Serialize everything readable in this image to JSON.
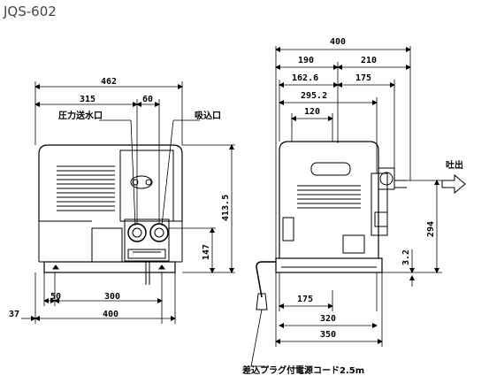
{
  "title": "JQS-602",
  "front_view": {
    "dims": {
      "overall_width": "462",
      "outlet_offset": "315",
      "port_spacing": "60",
      "height": "413.5",
      "port_height": "147",
      "foot_left": "50",
      "foot_spacing": "300",
      "foot_span": "400",
      "foot_overhang": "37"
    },
    "labels": {
      "discharge_port": "圧力送水口",
      "suction_port": "吸込口"
    }
  },
  "side_view": {
    "dims": {
      "overall_width": "400",
      "left_part": "190",
      "right_part": "210",
      "dim_162_6": "162.6",
      "dim_175_top": "175",
      "dim_295_2": "295.2",
      "dim_120": "120",
      "outlet_height": "294",
      "base_height": "3.2",
      "foot_175": "175",
      "foot_320": "320",
      "foot_350": "350"
    },
    "labels": {
      "discharge": "吐出",
      "power_cord": "差込プラグ付電源コード2.5m"
    }
  }
}
